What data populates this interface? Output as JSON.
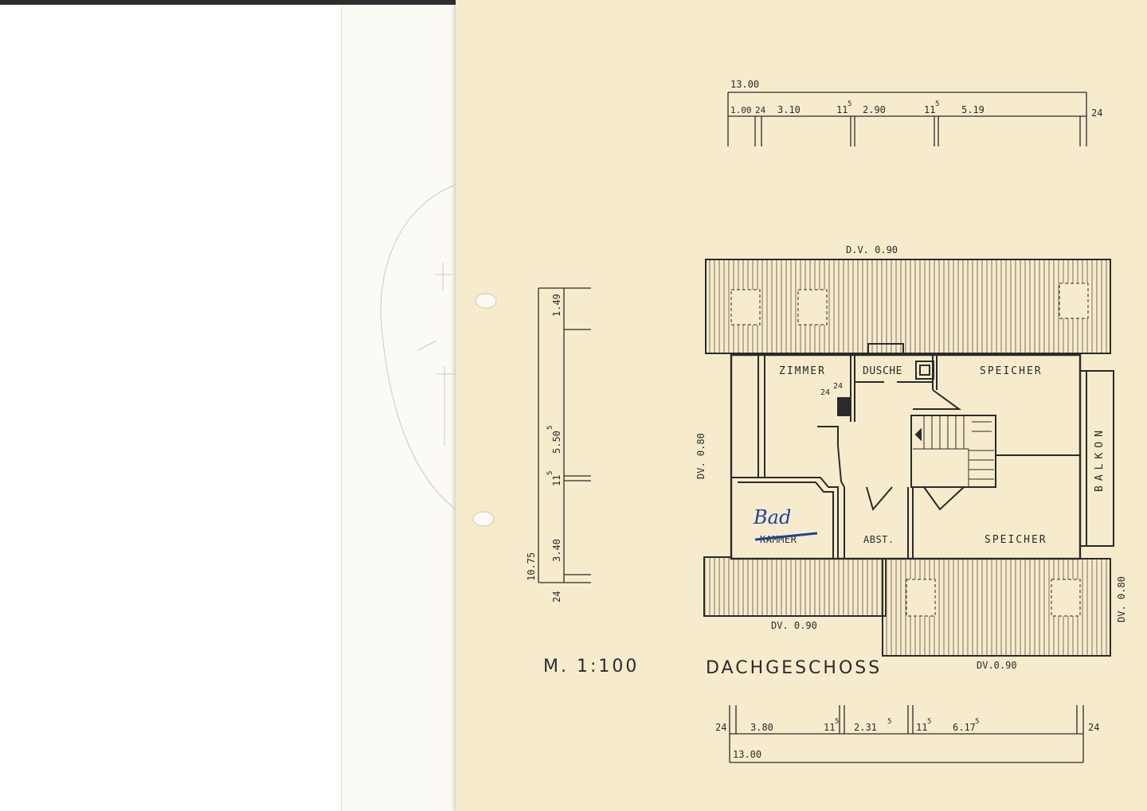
{
  "plan": {
    "scale_label": "M. 1:100",
    "title": "DACHGESCHOSS",
    "top_dims": {
      "total": "13.00",
      "segments": [
        "1.00",
        "24",
        "3.10",
        "11",
        "2.90",
        "11",
        "5.19",
        "24"
      ],
      "sup5": "5"
    },
    "bottom_dims": {
      "total": "13.00",
      "left": "24",
      "segments": [
        "3.80",
        "11",
        "2.31",
        "11",
        "6.17",
        "24"
      ],
      "sup5": "5"
    },
    "left_dims": {
      "total": "10.75",
      "segments": [
        "1.49",
        "5.50",
        "11",
        "3.40",
        "24"
      ],
      "sup5": "5"
    },
    "overhangs": {
      "top": "D.V. 0.90",
      "left": "DV. 0.80",
      "bottom_left": "DV. 0.90",
      "bottom_right": "DV.0.90",
      "right": "DV. 0.80"
    },
    "rooms": {
      "zimmer": "ZIMMER",
      "dusche": "DUSCHE",
      "speicher_top": "SPEICHER",
      "speicher_bottom": "SPEICHER",
      "balkon": "BALKON",
      "abst": "ABST.",
      "kammer": "KAMMER"
    },
    "chimney_dims": [
      "24",
      "24"
    ],
    "handwritten_note": "Bad"
  }
}
